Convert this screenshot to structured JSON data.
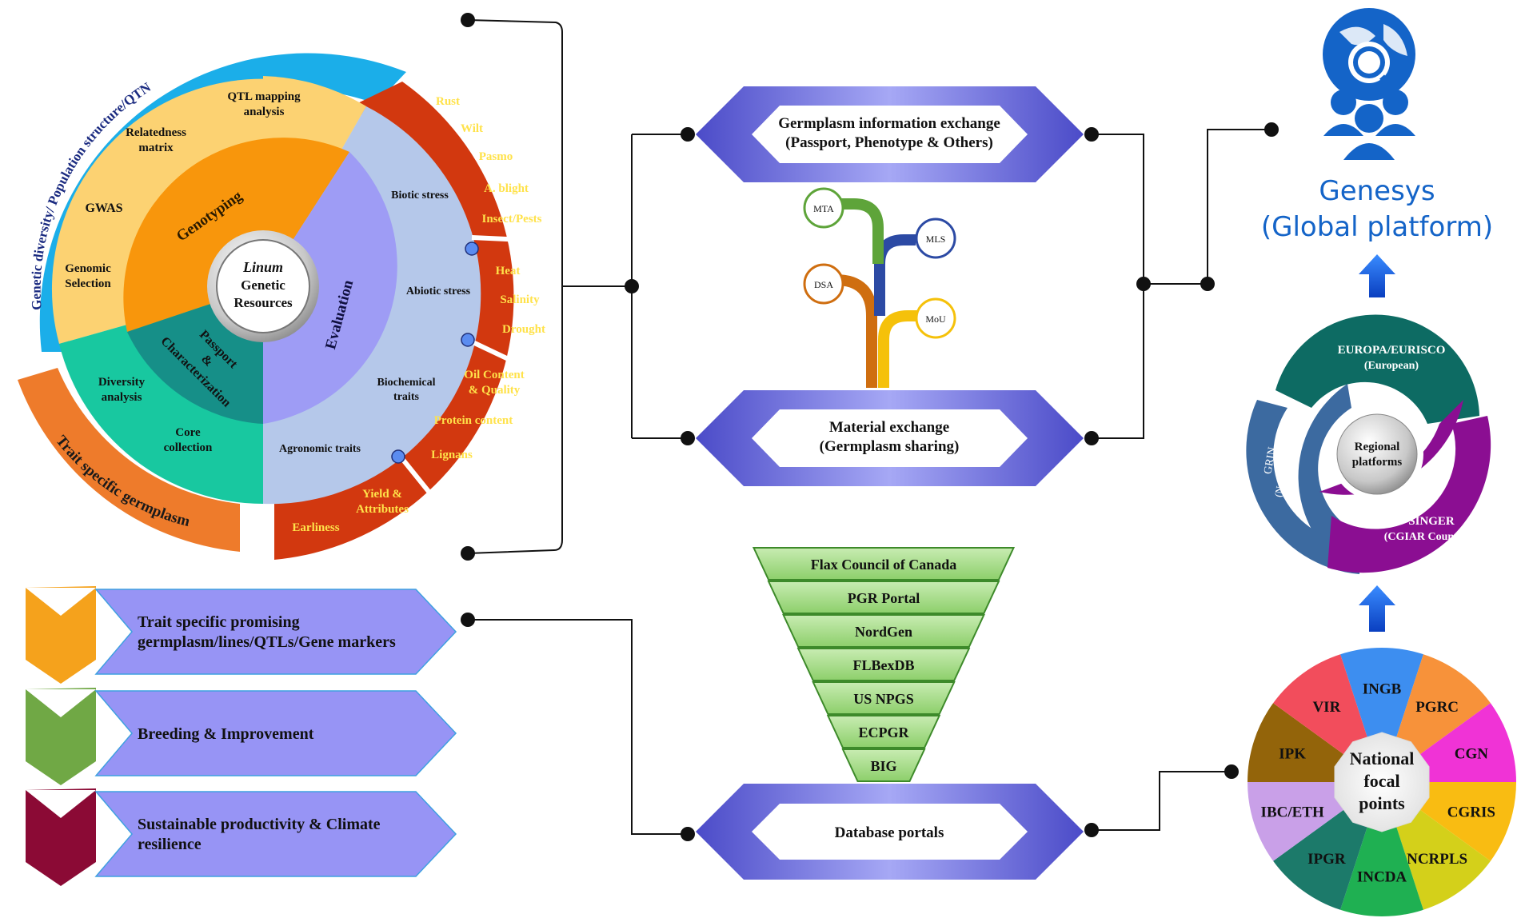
{
  "center": {
    "line1": "Linum",
    "line2": "Genetic",
    "line3": "Resources"
  },
  "inner": {
    "genotyping": "Genotyping",
    "passport": [
      "Passport",
      "&",
      "Characterization"
    ],
    "evaluation": "Evaluation"
  },
  "genotyping_items": {
    "qtl": [
      "QTL mapping",
      "analysis"
    ],
    "relatedness": [
      "Relatedness",
      "matrix"
    ],
    "gwas": "GWAS",
    "genomic": [
      "Genomic",
      "Selection"
    ]
  },
  "passport_items": {
    "diversity": [
      "Diversity",
      "analysis"
    ],
    "core": [
      "Core",
      "collection"
    ]
  },
  "evaluation_items": {
    "biotic": "Biotic stress",
    "abiotic": "Abiotic stress",
    "biochemical": [
      "Biochemical",
      "traits"
    ],
    "agronomic": "Agronomic traits"
  },
  "red_items": {
    "biotic": [
      "Rust",
      "Wilt",
      "Pasmo",
      "A. blight",
      "Insect/Pests"
    ],
    "abiotic": [
      "Heat",
      "Salinity",
      "Drought"
    ],
    "biochemical": [
      "Oil Content",
      "& Quality",
      "Protein content",
      "Lignans"
    ],
    "agronomic": [
      "Yield &",
      "Attributes",
      "Earliness"
    ]
  },
  "outer": {
    "genetic_diversity": "Genetic diversity/ Population structure/QTN",
    "trait_specific": "Trait specific germplasm"
  },
  "hexagons": {
    "info": [
      "Germplasm information exchange",
      "(Passport, Phenotype & Others)"
    ],
    "material": [
      "Material exchange",
      "(Germplasm sharing)"
    ],
    "database": "Database portals"
  },
  "tree_nodes": [
    "MTA",
    "MLS",
    "DSA",
    "MoU"
  ],
  "funnel": [
    "Flax Council of Canada",
    "PGR Portal",
    "NordGen",
    "FLBexDB",
    "US NPGS",
    "ECPGR",
    "BIG"
  ],
  "arrows": [
    {
      "lines": [
        "Trait specific promising",
        "germplasm/lines/QTLs/Gene markers"
      ],
      "color": "#f5a21c"
    },
    {
      "lines": [
        "Breeding & Improvement"
      ],
      "color": "#70a845"
    },
    {
      "lines": [
        "Sustainable productivity & Climate",
        "resilience"
      ],
      "color": "#8b0a35"
    }
  ],
  "genesys": {
    "title": "Genesys",
    "subtitle": "(Global platform)"
  },
  "regional": {
    "center": [
      "Regional",
      "platforms"
    ],
    "europa": [
      "EUROPA/EURISCO",
      "(European)"
    ],
    "grin": [
      "GRIN",
      "(North America)"
    ],
    "singer": [
      "SINGER",
      "(CGIAR Countries)"
    ]
  },
  "national": {
    "center": [
      "National",
      "focal",
      "points"
    ],
    "segments": [
      {
        "label": "INGB",
        "color": "#3d8ef0"
      },
      {
        "label": "PGRC",
        "color": "#f7923a"
      },
      {
        "label": "CGN",
        "color": "#f033d6"
      },
      {
        "label": "CGRIS",
        "color": "#f9bc12"
      },
      {
        "label": "NCRPLS",
        "color": "#d4d01a"
      },
      {
        "label": "INCDA",
        "color": "#1fb052"
      },
      {
        "label": "IPGR",
        "color": "#1c7a6a"
      },
      {
        "label": "IBC/ETH",
        "color": "#c9a0e8"
      },
      {
        "label": "IPK",
        "color": "#93640a"
      },
      {
        "label": "VIR",
        "color": "#f24d5c"
      }
    ]
  }
}
